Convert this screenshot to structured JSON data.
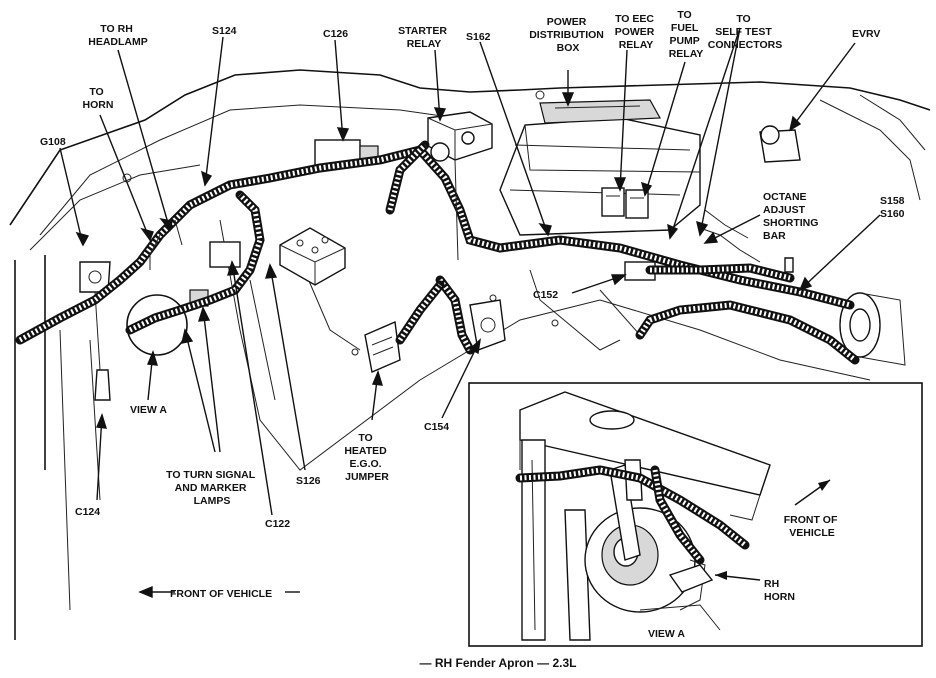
{
  "labels": {
    "to_rh_headlamp": [
      "TO RH",
      "HEADLAMP"
    ],
    "to_horn": [
      "TO",
      "HORN"
    ],
    "g108": "G108",
    "s124": "S124",
    "c126": "C126",
    "starter_relay": [
      "STARTER",
      "RELAY"
    ],
    "s162": "S162",
    "power_distribution_box": [
      "POWER",
      "DISTRIBUTION",
      "BOX"
    ],
    "to_eec_power_relay": [
      "TO EEC",
      "POWER",
      "RELAY"
    ],
    "to_fuel_pump_relay": [
      "TO",
      "FUEL",
      "PUMP",
      "RELAY"
    ],
    "to_self_test_connectors": [
      "TO",
      "SELF TEST",
      "CONNECTORS"
    ],
    "evrv": "EVRV",
    "octane_adjust_shorting_bar": [
      "OCTANE",
      "ADJUST",
      "SHORTING",
      "BAR"
    ],
    "s158_s160": [
      "S158",
      "S160"
    ],
    "c152": "C152",
    "view_a": "VIEW A",
    "c154": "C154",
    "to_heated_ego_jumper": [
      "TO",
      "HEATED",
      "E.G.O.",
      "JUMPER"
    ],
    "to_turn_signal_marker": [
      "TO TURN SIGNAL",
      "AND MARKER",
      "LAMPS"
    ],
    "s126": "S126",
    "c122": "C122",
    "c124": "C124",
    "front_of_vehicle": "FRONT OF VEHICLE",
    "inset_front_of_vehicle": [
      "FRONT OF",
      "VEHICLE"
    ],
    "rh_horn": [
      "RH",
      "HORN"
    ],
    "inset_view_a": "VIEW A"
  },
  "caption": "— RH Fender Apron — 2.3L"
}
